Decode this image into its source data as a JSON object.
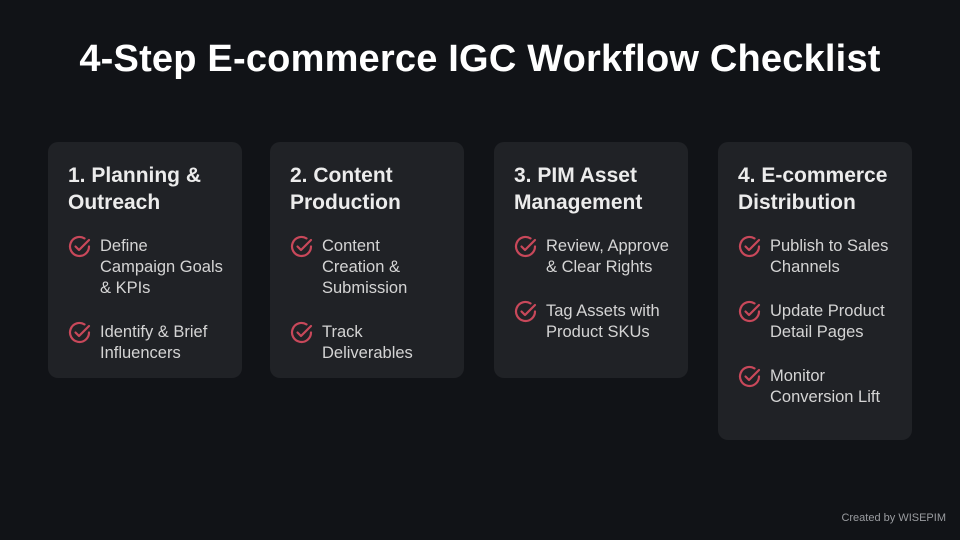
{
  "title": "4-Step E-commerce IGC Workflow Checklist",
  "accent_color": "#c8485a",
  "steps": [
    {
      "title": "1. Planning & Outreach",
      "items": [
        "Define Campaign Goals & KPIs",
        "Identify & Brief Influencers"
      ]
    },
    {
      "title": "2. Content Production",
      "items": [
        "Content Creation & Submission",
        "Track Deliverables"
      ]
    },
    {
      "title": "3. PIM Asset Management",
      "items": [
        "Review, Approve & Clear Rights",
        "Tag Assets with Product SKUs"
      ]
    },
    {
      "title": "4. E-commerce Distribution",
      "items": [
        "Publish to Sales Channels",
        "Update Product Detail Pages",
        "Monitor Conversion Lift"
      ]
    }
  ],
  "footer": "Created by WISEPIM"
}
